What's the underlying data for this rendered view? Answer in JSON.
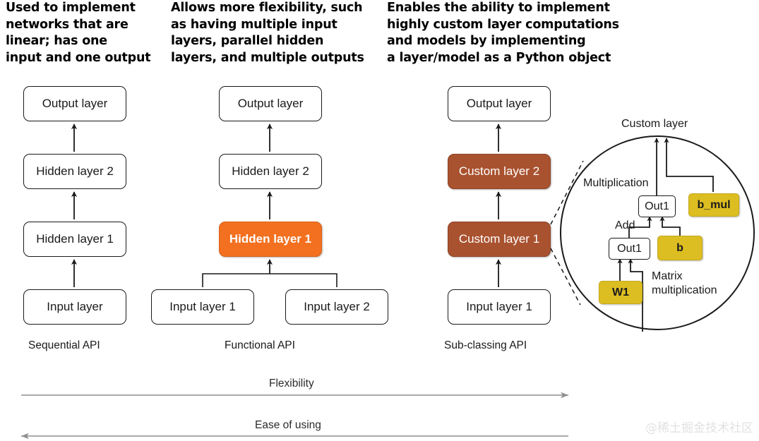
{
  "headers": [
    "Used to implement\nnetworks that are\nlinear; has one\ninput and one output",
    "Allows more flexibility, such\nas having multiple input\nlayers, parallel hidden\nlayers, and multiple outputs",
    "Enables the ability to implement\nhighly custom layer computations\nand models by implementing\na layer/model as a Python object"
  ],
  "columns": [
    {
      "api_label": "Sequential API",
      "nodes": [
        {
          "label": "Output layer",
          "style": "plain"
        },
        {
          "label": "Hidden layer 2",
          "style": "plain"
        },
        {
          "label": "Hidden layer 1",
          "style": "plain"
        },
        {
          "label": "Input layer",
          "style": "plain"
        }
      ]
    },
    {
      "api_label": "Functional API",
      "nodes": [
        {
          "label": "Output layer",
          "style": "plain"
        },
        {
          "label": "Hidden layer 2",
          "style": "plain"
        },
        {
          "label": "Hidden layer 1",
          "style": "orange"
        },
        {
          "label": "Input layer 1",
          "style": "plain"
        },
        {
          "label": "Input layer 2",
          "style": "plain"
        }
      ]
    },
    {
      "api_label": "Sub-classing API",
      "nodes": [
        {
          "label": "Output layer",
          "style": "plain"
        },
        {
          "label": "Custom layer 2",
          "style": "brown"
        },
        {
          "label": "Custom layer 1",
          "style": "brown"
        },
        {
          "label": "Input layer 1",
          "style": "plain"
        }
      ]
    }
  ],
  "detail": {
    "title": "Custom layer",
    "op_multiplication": "Multiplication",
    "op_add": "Add",
    "op_matmul": "Matrix\nmultiplication",
    "nodes": [
      {
        "label": "Out1",
        "style": "plain"
      },
      {
        "label": "b_mul",
        "style": "yellow"
      },
      {
        "label": "Out1",
        "style": "plain"
      },
      {
        "label": "b",
        "style": "yellow"
      },
      {
        "label": "W1",
        "style": "yellow"
      }
    ]
  },
  "axes": [
    {
      "label": "Flexibility",
      "direction": "right"
    },
    {
      "label": "Ease of using",
      "direction": "left"
    }
  ],
  "watermark": "@稀土掘金技术社区",
  "colors": {
    "orange": "#f2701f",
    "brown": "#a9522f",
    "yellow": "#ddbe22",
    "stroke": "#1a1a1a",
    "axis": "#8e8e8e"
  }
}
